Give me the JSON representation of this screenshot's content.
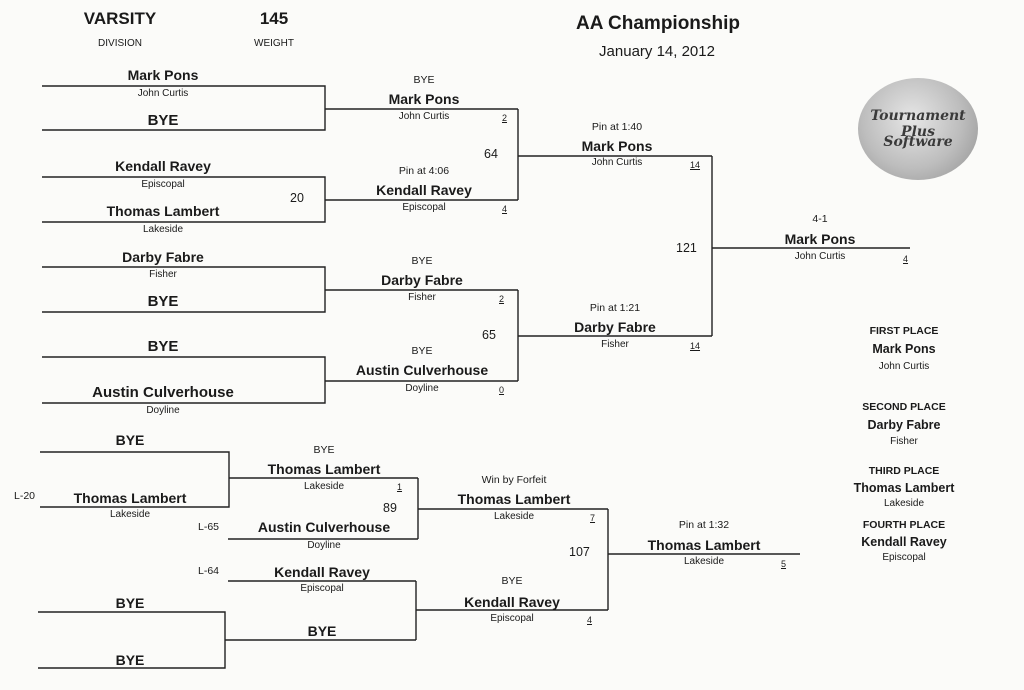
{
  "header": {
    "division_value": "VARSITY",
    "division_label": "DIVISION",
    "weight_value": "145",
    "weight_label": "WEIGHT",
    "title": "AA Championship",
    "date": "January 14, 2012"
  },
  "logo": {
    "line1": "Tournament Plus",
    "line2": "Software"
  },
  "champ_r1": [
    {
      "name": "Mark Pons",
      "team": "John Curtis"
    },
    {
      "name": "BYE",
      "team": ""
    },
    {
      "name": "Kendall Ravey",
      "team": "Episcopal"
    },
    {
      "name": "Thomas Lambert",
      "team": "Lakeside"
    },
    {
      "name": "Darby Fabre",
      "team": "Fisher"
    },
    {
      "name": "BYE",
      "team": ""
    },
    {
      "name": "BYE",
      "team": ""
    },
    {
      "name": "Austin Culverhouse",
      "team": "Doyline"
    }
  ],
  "champ_r1_bouts": [
    "20"
  ],
  "champ_qf": [
    {
      "result": "BYE",
      "name": "Mark Pons",
      "team": "John Curtis",
      "score": "2"
    },
    {
      "result": "Pin at 4:06",
      "name": "Kendall Ravey",
      "team": "Episcopal",
      "score": "4"
    },
    {
      "result": "BYE",
      "name": "Darby Fabre",
      "team": "Fisher",
      "score": "2"
    },
    {
      "result": "BYE",
      "name": "Austin Culverhouse",
      "team": "Doyline",
      "score": "0"
    }
  ],
  "champ_qf_bouts": [
    "64",
    "65"
  ],
  "champ_sf": [
    {
      "result": "Pin at 1:40",
      "name": "Mark Pons",
      "team": "John Curtis",
      "score": "14"
    },
    {
      "result": "Pin at 1:21",
      "name": "Darby Fabre",
      "team": "Fisher",
      "score": "14"
    }
  ],
  "champ_sf_bout": "121",
  "champ_final": {
    "result": "4-1",
    "name": "Mark Pons",
    "team": "John Curtis",
    "score": "4"
  },
  "cons_r1": [
    {
      "name": "BYE",
      "team": ""
    },
    {
      "name": "Thomas Lambert",
      "team": "Lakeside",
      "loser": "L-20"
    },
    {
      "name": "BYE",
      "team": ""
    },
    {
      "name": "BYE",
      "team": ""
    }
  ],
  "cons_r2": [
    {
      "result": "BYE",
      "name": "Thomas Lambert",
      "team": "Lakeside",
      "score": "1"
    },
    {
      "name": "Austin Culverhouse",
      "team": "Doyline",
      "loser": "L-65"
    },
    {
      "name": "Kendall Ravey",
      "team": "Episcopal",
      "loser": "L-64"
    },
    {
      "name": "BYE",
      "team": ""
    }
  ],
  "cons_sf": [
    {
      "result": "Win by Forfeit",
      "name": "Thomas Lambert",
      "team": "Lakeside",
      "score": "7"
    },
    {
      "result": "BYE",
      "name": "Kendall Ravey",
      "team": "Episcopal",
      "score": "4"
    }
  ],
  "cons_bouts": [
    "89",
    "107"
  ],
  "cons_final": {
    "result": "Pin at 1:32",
    "name": "Thomas Lambert",
    "team": "Lakeside",
    "score": "5"
  },
  "places": [
    {
      "label": "FIRST PLACE",
      "name": "Mark Pons",
      "team": "John Curtis"
    },
    {
      "label": "SECOND PLACE",
      "name": "Darby Fabre",
      "team": "Fisher"
    },
    {
      "label": "THIRD PLACE",
      "name": "Thomas Lambert",
      "team": "Lakeside"
    },
    {
      "label": "FOURTH PLACE",
      "name": "Kendall Ravey",
      "team": "Episcopal"
    }
  ]
}
